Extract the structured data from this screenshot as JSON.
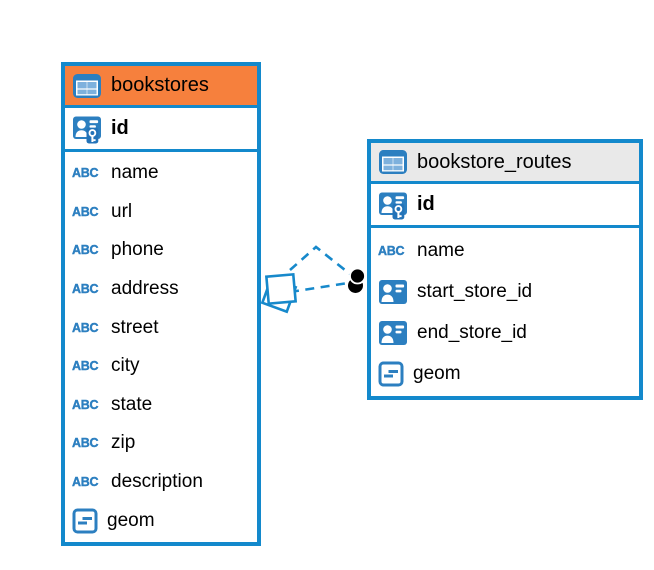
{
  "colors": {
    "bg": "#ffffff",
    "border_blue": "#1389cc",
    "header_orange": "#f6803d",
    "header_gray": "#e9e9e9",
    "icon_blue": "#2c7fc0",
    "icon_blue_light": "#7eb1dd",
    "icon_blue_dark": "#2373b8",
    "text_color": "#000000",
    "relation_blue": "#1789cb",
    "dot_black": "#000000"
  },
  "icons": {
    "text_label": "ABC"
  },
  "tables": {
    "bookstores": {
      "title": "bookstores",
      "pk_name": "id",
      "columns": [
        {
          "name": "name",
          "type": "text"
        },
        {
          "name": "url",
          "type": "text"
        },
        {
          "name": "phone",
          "type": "text"
        },
        {
          "name": "address",
          "type": "text"
        },
        {
          "name": "street",
          "type": "text"
        },
        {
          "name": "city",
          "type": "text"
        },
        {
          "name": "state",
          "type": "text"
        },
        {
          "name": "zip",
          "type": "text"
        },
        {
          "name": "description",
          "type": "text"
        },
        {
          "name": "geom",
          "type": "geometry"
        }
      ]
    },
    "bookstore_routes": {
      "title": "bookstore_routes",
      "pk_name": "id",
      "columns": [
        {
          "name": "name",
          "type": "text"
        },
        {
          "name": "start_store_id",
          "type": "foreign-key"
        },
        {
          "name": "end_store_id",
          "type": "foreign-key"
        },
        {
          "name": "geom",
          "type": "geometry"
        }
      ]
    }
  },
  "relation": {
    "line_style": "dashed",
    "line_count": 2,
    "color": "#1789cb"
  }
}
